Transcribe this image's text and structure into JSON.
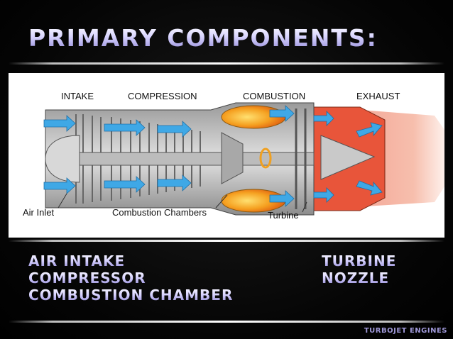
{
  "title": "PRIMARY COMPONENTS:",
  "diagram": {
    "sections": [
      "INTAKE",
      "COMPRESSION",
      "COMBUSTION",
      "EXHAUST"
    ],
    "callouts": {
      "air_inlet": "Air Inlet",
      "combustion_chambers": "Combustion Chambers",
      "turbine": "Turbine"
    }
  },
  "components_left": [
    "AIR INTAKE",
    "COMPRESSOR",
    "COMBUSTION CHAMBER"
  ],
  "components_right": [
    "TURBINE",
    "NOZZLE"
  ],
  "footer": "TURBOJET ENGINES",
  "colors": {
    "background": "#000000",
    "title": "#d8d4ff",
    "airflow": "#3fa8e6",
    "combustion": "#f0a020",
    "exhaust": "#e8553a"
  }
}
